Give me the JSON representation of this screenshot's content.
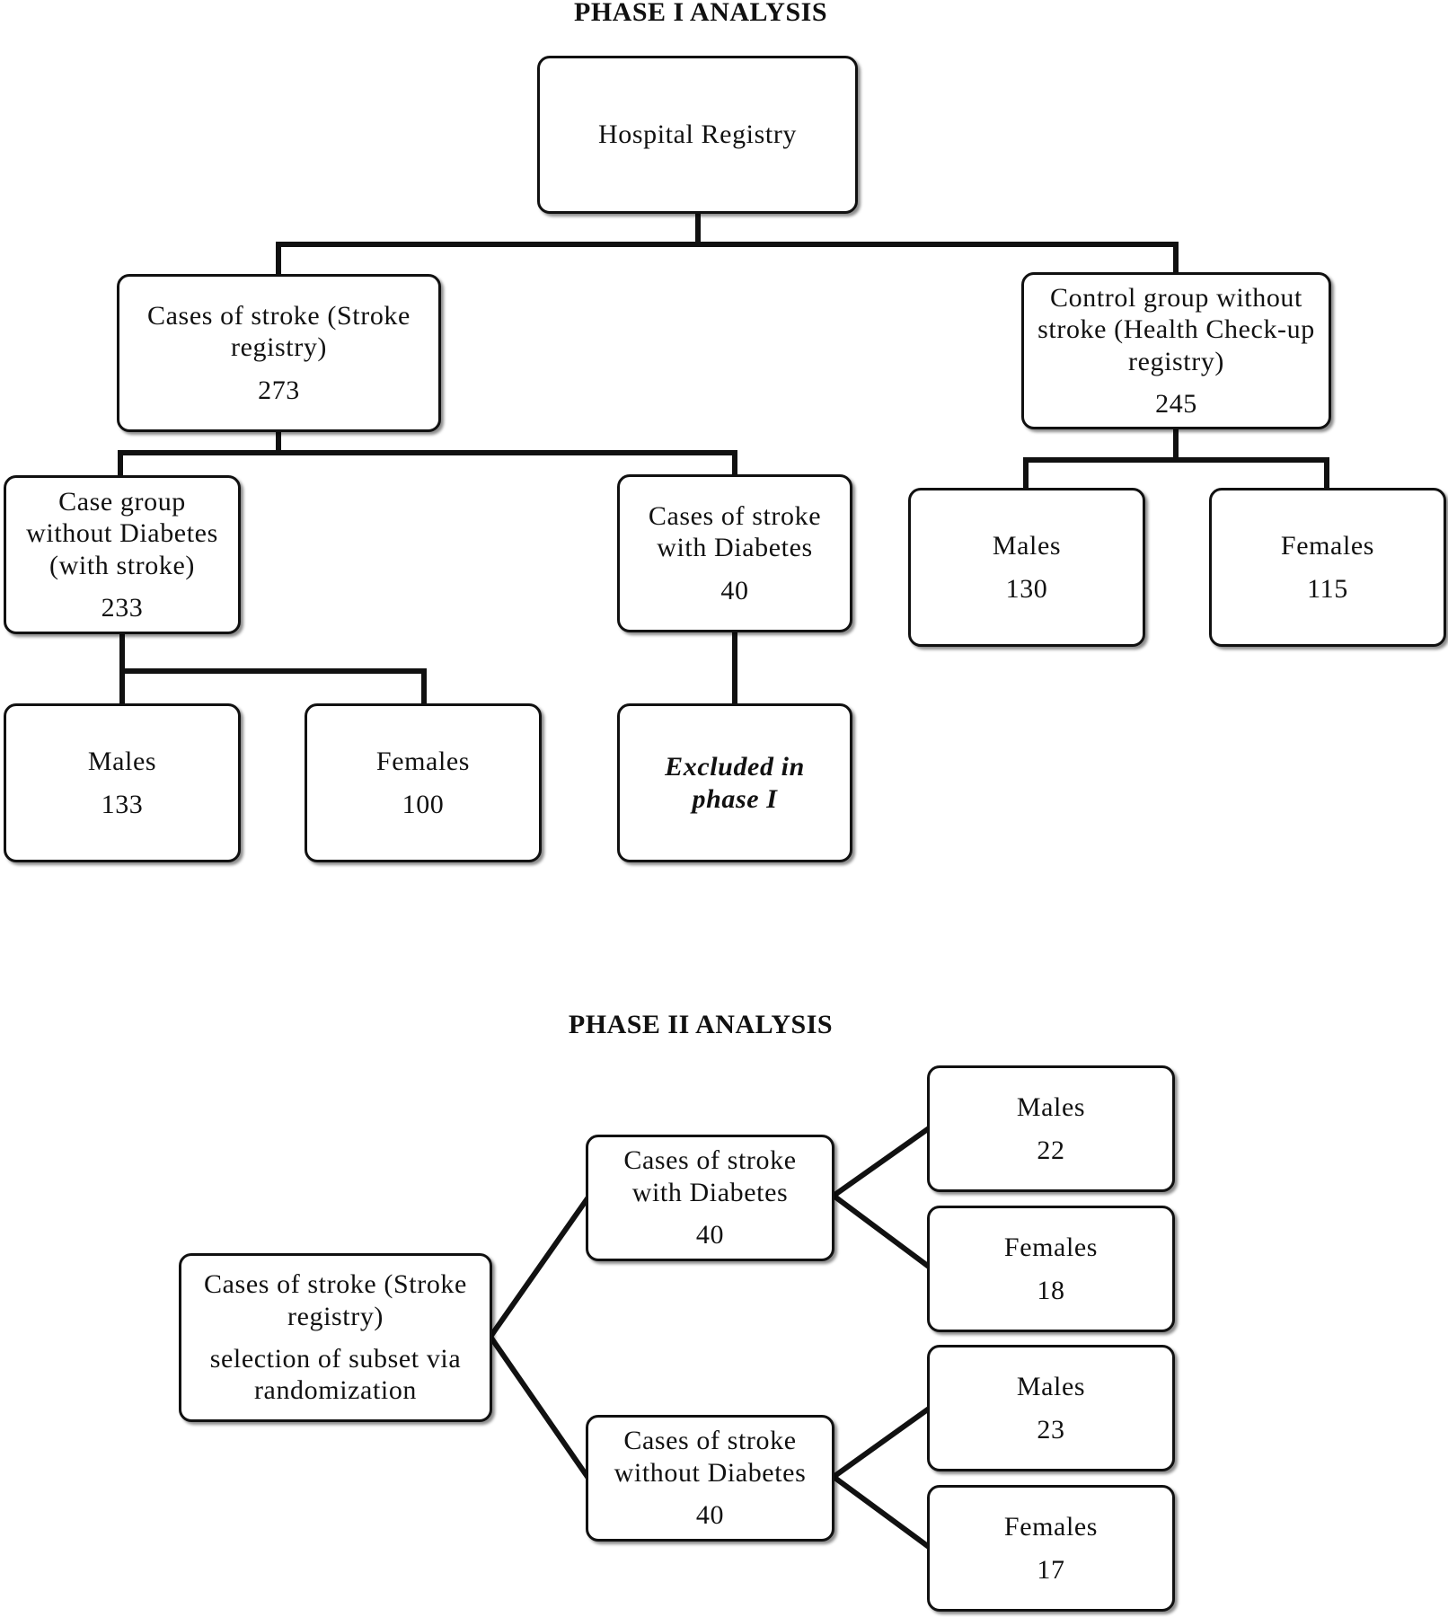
{
  "phase1": {
    "title": "PHASE I ANALYSIS",
    "hospital": {
      "label": "Hospital Registry"
    },
    "stroke_cases": {
      "label": "Cases of stroke (Stroke registry)",
      "count": "273"
    },
    "control": {
      "label": "Control group without stroke (Health Check-up registry)",
      "count": "245"
    },
    "no_diabetes": {
      "label": "Case group without Diabetes (with stroke)",
      "count": "233"
    },
    "with_diabetes": {
      "label": "Cases of stroke with Diabetes",
      "count": "40"
    },
    "control_males": {
      "label": "Males",
      "count": "130"
    },
    "control_females": {
      "label": "Females",
      "count": "115"
    },
    "nd_males": {
      "label": "Males",
      "count": "133"
    },
    "nd_females": {
      "label": "Females",
      "count": "100"
    },
    "excluded": {
      "label": "Excluded in phase I"
    }
  },
  "phase2": {
    "title": "PHASE II ANALYSIS",
    "root": {
      "label": "Cases of stroke (Stroke registry)",
      "sublabel": "selection of subset via randomization"
    },
    "with_diabetes": {
      "label": "Cases of stroke with Diabetes",
      "count": "40"
    },
    "without_diabetes": {
      "label": "Cases of stroke without Diabetes",
      "count": "40"
    },
    "wd_males": {
      "label": "Males",
      "count": "22"
    },
    "wd_females": {
      "label": "Females",
      "count": "18"
    },
    "nd_males": {
      "label": "Males",
      "count": "23"
    },
    "nd_females": {
      "label": "Females",
      "count": "17"
    }
  }
}
